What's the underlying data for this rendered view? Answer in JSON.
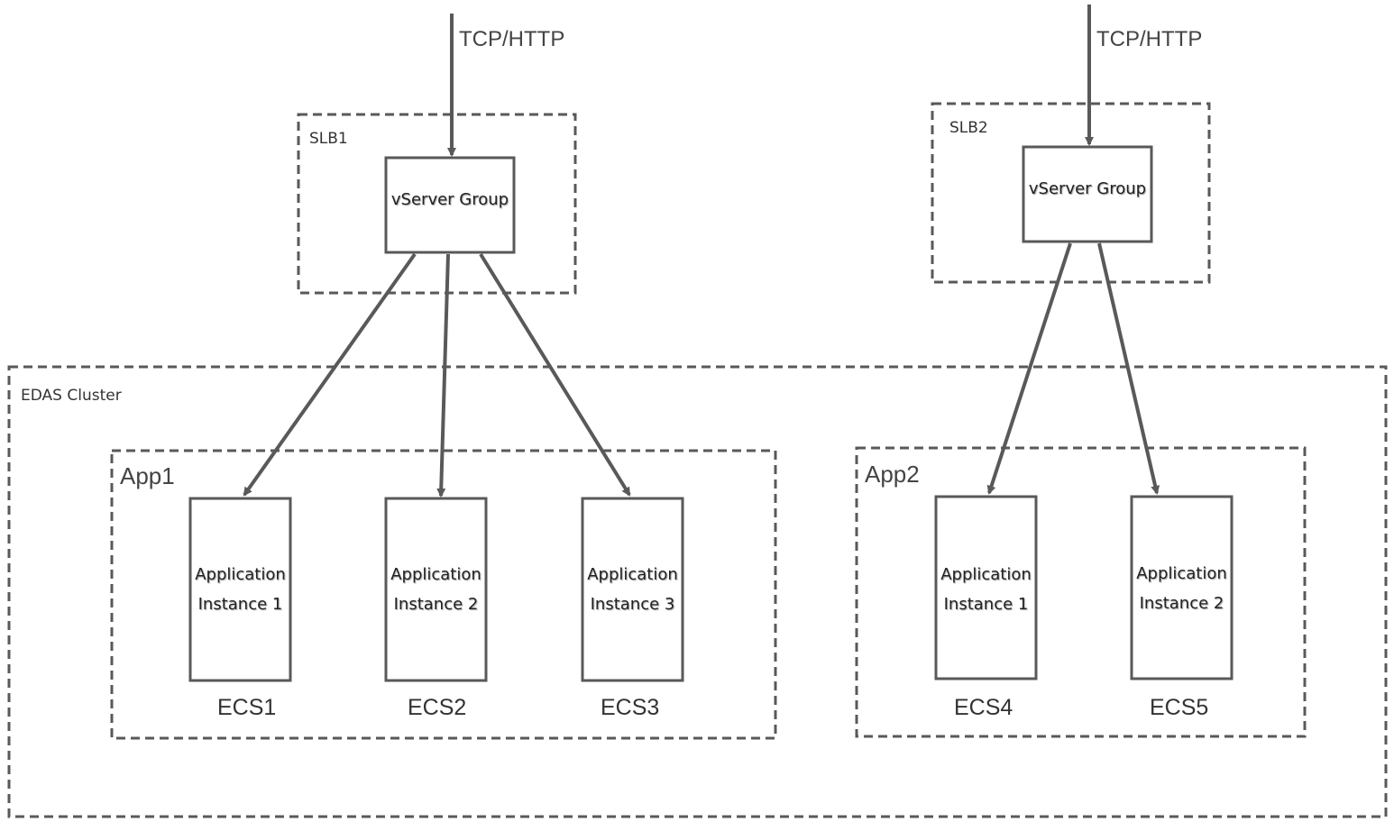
{
  "ingress": {
    "left_protocol": "TCP/HTTP",
    "right_protocol": "TCP/HTTP"
  },
  "slb1": {
    "label": "SLB1",
    "vserver_group": "vServer Group"
  },
  "slb2": {
    "label": "SLB2",
    "vserver_group": "vServer Group"
  },
  "cluster": {
    "label": "EDAS Cluster"
  },
  "app1": {
    "label": "App1",
    "instances": [
      {
        "line1": "Application",
        "line2": "Instance 1",
        "host": "ECS1"
      },
      {
        "line1": "Application",
        "line2": "Instance 2",
        "host": "ECS2"
      },
      {
        "line1": "Application",
        "line2": "Instance 3",
        "host": "ECS3"
      }
    ]
  },
  "app2": {
    "label": "App2",
    "instances": [
      {
        "line1": "Application",
        "line2": "Instance 1",
        "host": "ECS4"
      },
      {
        "line1": "Application",
        "line2": "Instance 2",
        "host": "ECS5"
      }
    ]
  },
  "colors": {
    "stroke": "#595959",
    "background": "#ffffff"
  }
}
